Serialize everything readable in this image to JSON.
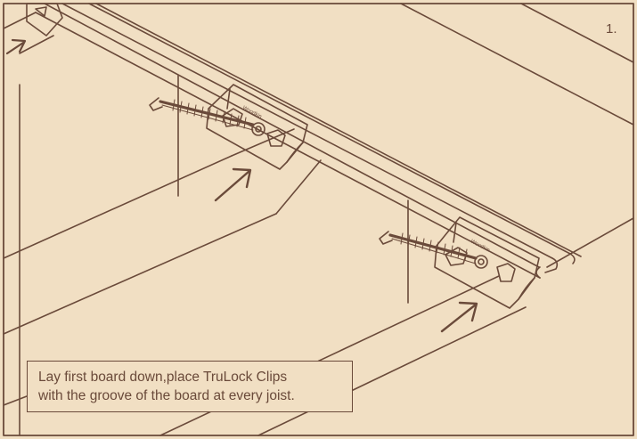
{
  "step": {
    "number": "1."
  },
  "caption": {
    "line1": "Lay first board down,place TruLock Clips",
    "line2": "with the groove of the board at every joist."
  },
  "clip": {
    "brand_text": "Woodkin"
  },
  "colors": {
    "background": "#f1dfc3",
    "line": "#6a4a3a",
    "board_shadow": "#e3cdb0"
  },
  "icons": [
    "arrow-icon",
    "screw-icon",
    "clip-icon"
  ]
}
